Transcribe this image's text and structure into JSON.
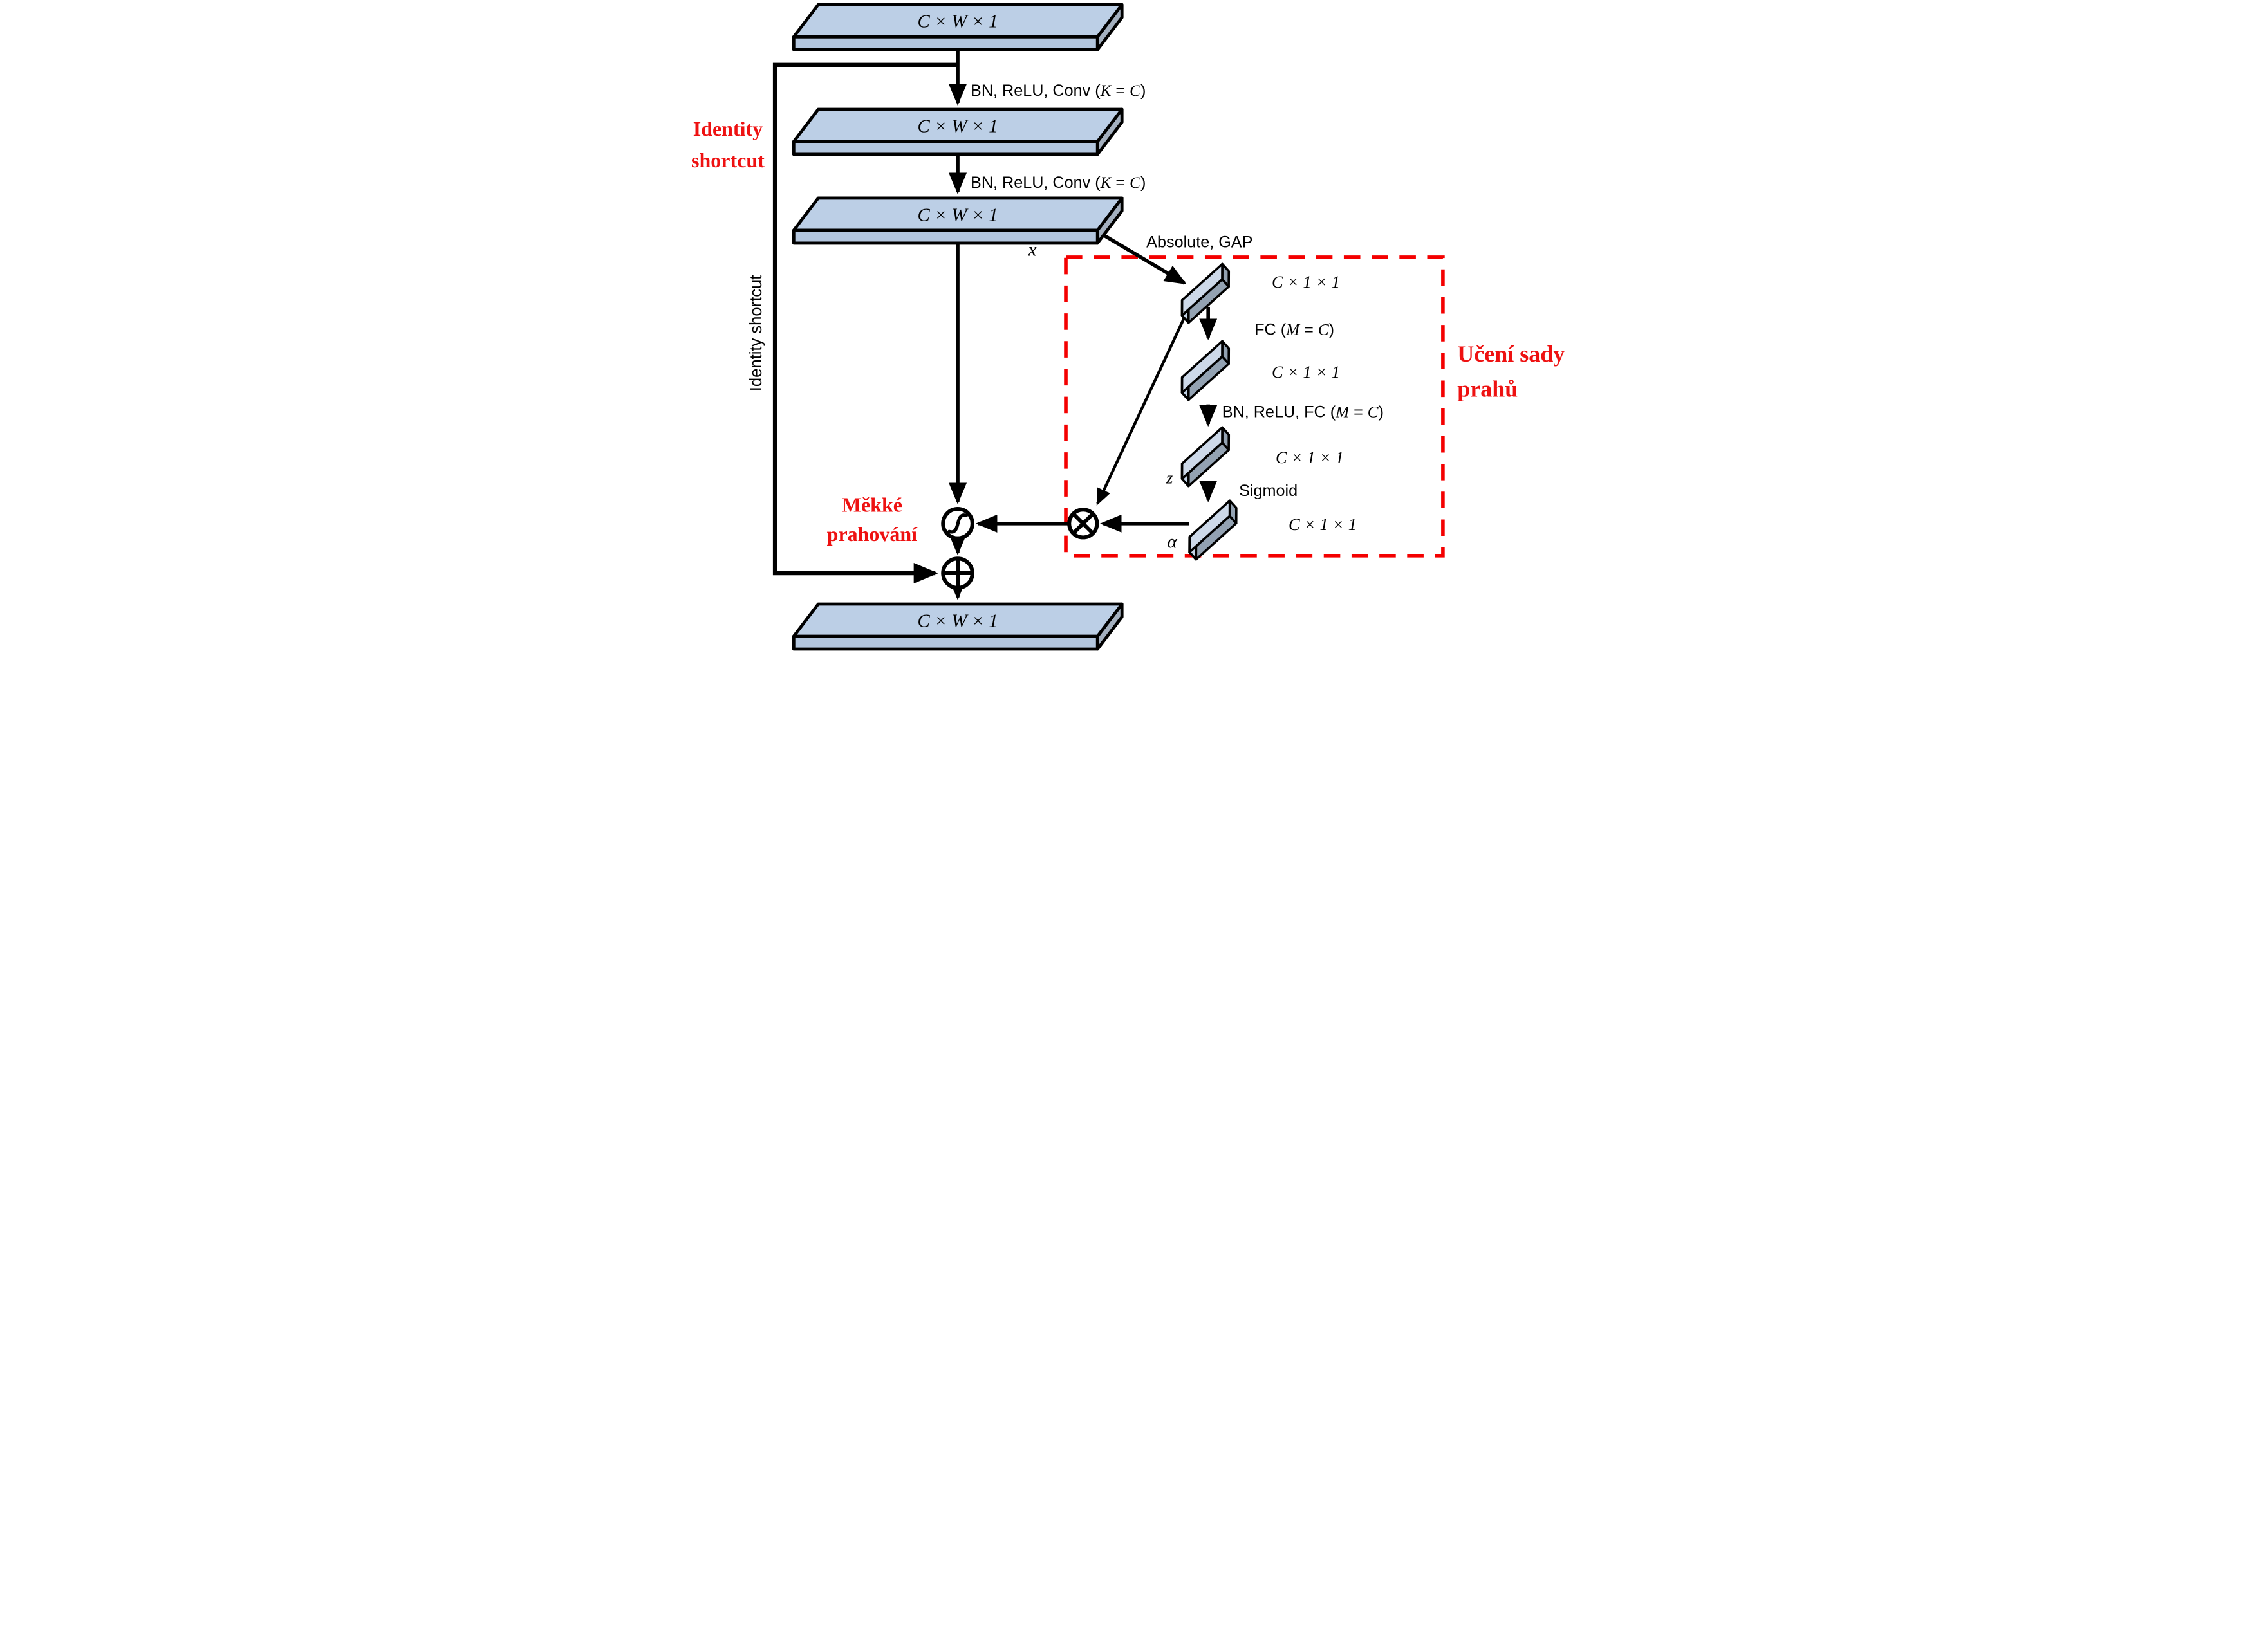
{
  "colors": {
    "slab_face": "#bccfe6",
    "slab_front": "#b3c6de",
    "slab_side": "#a4b0bf",
    "block_face": "#cdd9e9",
    "block_cap": "#c2d2e5",
    "block_side": "#93a2b2",
    "line_black": "#000000",
    "annotation_red": "#ee1111",
    "dashed_box_red": "#f40000"
  },
  "tensors": {
    "input": "C × W × 1",
    "after_conv1": "C × W × 1",
    "after_conv2": "C × W × 1",
    "output": "C × W × 1"
  },
  "vectors": {
    "gap": "C × 1 × 1",
    "fc1": "C × 1 × 1",
    "fc2": "C × 1 × 1",
    "scales": "C × 1 × 1"
  },
  "ops": {
    "conv1": {
      "pre": "BN, ReLU, Conv (",
      "var1": "K",
      "eq": " = ",
      "var2": "C",
      "post": ")"
    },
    "conv2": {
      "pre": "BN, ReLU, Conv (",
      "var1": "K",
      "eq": " = ",
      "var2": "C",
      "post": ")"
    },
    "absolute_gap": "Absolute, GAP",
    "fc": {
      "pre": "FC (",
      "var1": "M",
      "eq": " = ",
      "var2": "C",
      "post": ")"
    },
    "bn_relu_fc": {
      "pre": "BN, ReLU, FC (",
      "var1": "M",
      "eq": " = ",
      "var2": "C",
      "post": ")"
    },
    "sigmoid": "Sigmoid"
  },
  "vars": {
    "x": "x",
    "z": "z",
    "alpha": "α"
  },
  "annotations": {
    "identity_shortcut": {
      "line1": "Identity",
      "line2": "shortcut"
    },
    "identity_shortcut_vertical": "Identity shortcut",
    "threshold_learning": {
      "line1": "Učení sady",
      "line2": "prahů"
    },
    "soft_thresholding": {
      "line1": "Měkké",
      "line2": "prahování"
    }
  }
}
